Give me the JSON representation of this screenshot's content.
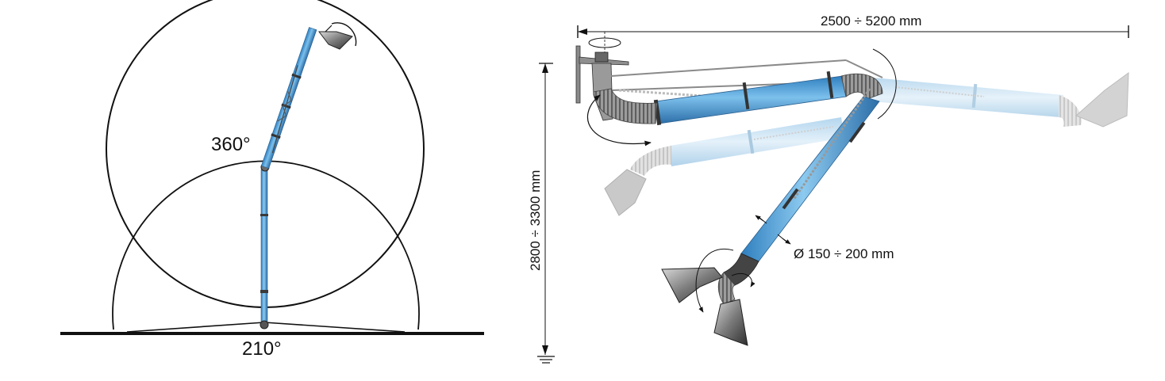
{
  "left_view": {
    "rotation_upper": "360°",
    "rotation_lower": "210°"
  },
  "right_view": {
    "width_range": "2500 ÷ 5200 mm",
    "height_range": "2800 ÷ 3300 mm",
    "diameter_range": "Ø 150 ÷ 200 mm"
  },
  "colors": {
    "line": "#111111",
    "tube_blue": "#5aa6dc",
    "tube_blue_light": "#c9e2f3",
    "hose_grey": "#8a8a8a",
    "metal": "#9a9a9a",
    "hood_dark": "#3a3a3a"
  }
}
